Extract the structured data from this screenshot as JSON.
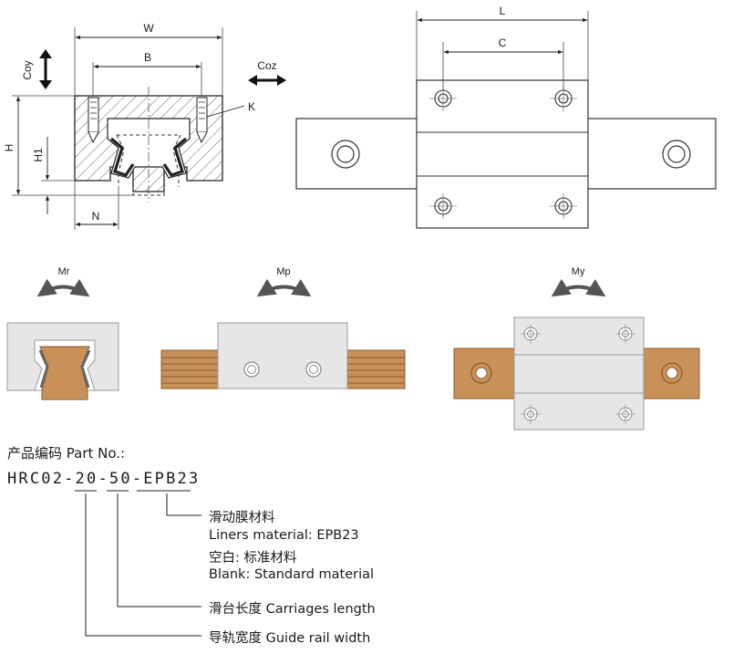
{
  "cross_section": {
    "dim_width": "W",
    "dim_bolt_spacing": "B",
    "dim_height": "H",
    "dim_rail_height": "H1",
    "dim_offset": "N",
    "label_k": "K",
    "load_vertical": "Coy",
    "load_horizontal": "Coz"
  },
  "top_view": {
    "dim_length": "L",
    "dim_hole_pitch": "C"
  },
  "moments": {
    "roll": "Mr",
    "pitch": "Mp",
    "yaw": "My"
  },
  "colors": {
    "rail_bronze": "#c8915a",
    "carriage_gray": "#e6e6e6",
    "outline": "#333333"
  },
  "part_number": {
    "title": "产品编码 Part No.:",
    "code_prefix": "HRC02-",
    "code_rail": "20",
    "code_sep1": "-",
    "code_length": "50",
    "code_sep2": "-",
    "code_liner": "EPB23"
  },
  "legend": {
    "liner_cn": "滑动膜材料",
    "liner_en": "Liners material: EPB23",
    "blank_cn": "空白: 标准材料",
    "blank_en": "Blank: Standard material",
    "carriage": "滑台长度 Carriages length",
    "rail": "导轨宽度 Guide rail width"
  }
}
